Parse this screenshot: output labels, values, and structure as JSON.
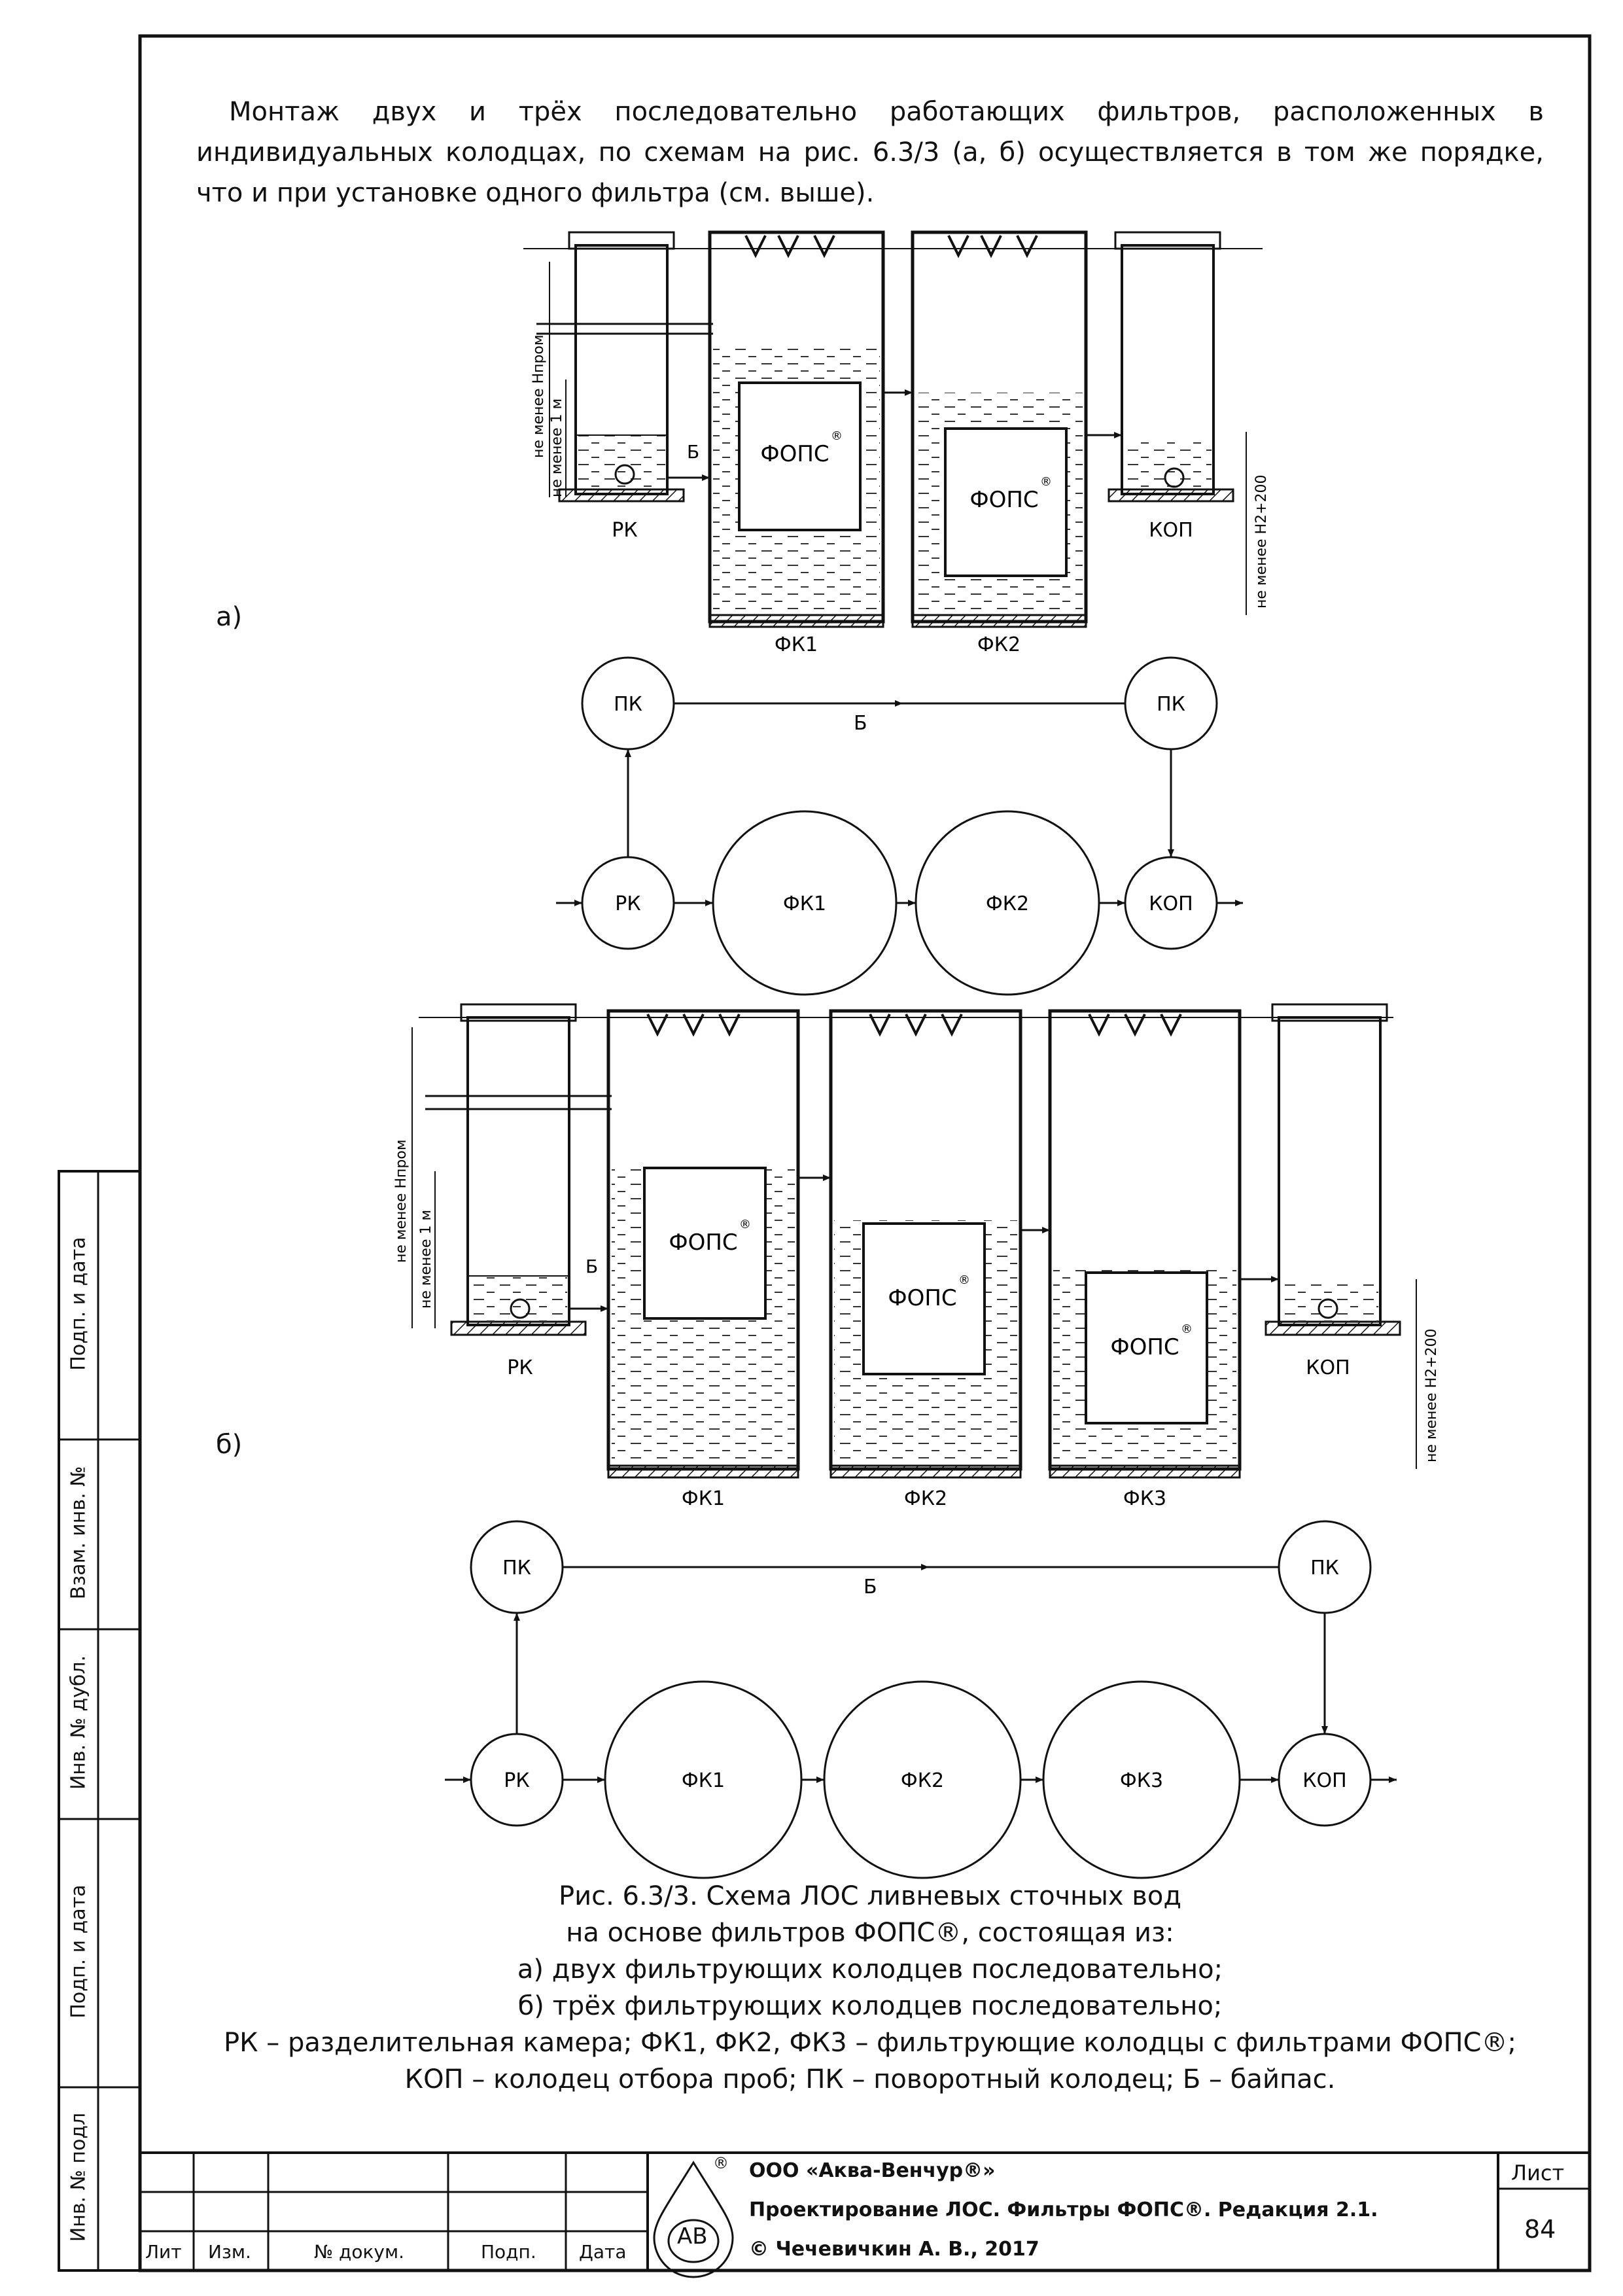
{
  "intro_text": "Монтаж двух и трёх последовательно работающих фильтров, расположенных в индивидуальных колодцах, по схемам на рис. 6.3/3 (а, б) осуществляется в том же порядке, что и при установке одного фильтра (см. выше).",
  "figure_a": {
    "label": "а)",
    "drawing": {
      "chamber_labels": [
        "РК",
        "ФК1",
        "ФК2",
        "КОП"
      ],
      "filter_label": "ФОПС",
      "registered_mark": "®",
      "bypass_label": "Б",
      "dim_labels": [
        "не менее Нпром",
        "не менее 1 м",
        "не менее Н2+200"
      ]
    },
    "scheme": {
      "nodes": [
        "ПК",
        "ПК",
        "РК",
        "ФК1",
        "ФК2",
        "КОП"
      ],
      "bypass_label": "Б"
    }
  },
  "figure_b": {
    "label": "б)",
    "drawing": {
      "chamber_labels": [
        "РК",
        "ФК1",
        "ФК2",
        "ФК3",
        "КОП"
      ],
      "filter_label": "ФОПС",
      "registered_mark": "®",
      "bypass_label": "Б",
      "dim_labels": [
        "не менее Нпром",
        "не менее 1 м",
        "не менее Н2+200"
      ]
    },
    "scheme": {
      "nodes": [
        "ПК",
        "ПК",
        "РК",
        "ФК1",
        "ФК2",
        "ФК3",
        "КОП"
      ],
      "bypass_label": "Б"
    }
  },
  "caption": [
    "Рис. 6.3/3. Схема ЛОС ливневых сточных вод",
    "на основе фильтров ФОПС®, состоящая из:",
    "а) двух фильтрующих колодцев последовательно;",
    "б) трёх фильтрующих колодцев последовательно;",
    "РК – разделительная камера; ФК1, ФК2, ФК3 – фильтрующие колодцы с фильтрами ФОПС®;",
    "КОП – колодец отбора проб; ПК – поворотный колодец; Б – байпас."
  ],
  "side_labels": [
    "Подп. и дата",
    "Взам. инв. №",
    "Инв. № дубл.",
    "Подп. и дата",
    "Инв. № подл"
  ],
  "title_block": {
    "col_headers": [
      "Лит",
      "Изм.",
      "№ докум.",
      "Подп.",
      "Дата"
    ],
    "company": "ООО «Аква-Венчур®»",
    "project": "Проектирование ЛОС. Фильтры ФОПС®. Редакция 2.1.",
    "copyright": "© Чечевичкин А. В., 2017",
    "logo_text": "АВ",
    "logo_mark": "®",
    "sheet_label": "Лист",
    "sheet_number": "84"
  }
}
